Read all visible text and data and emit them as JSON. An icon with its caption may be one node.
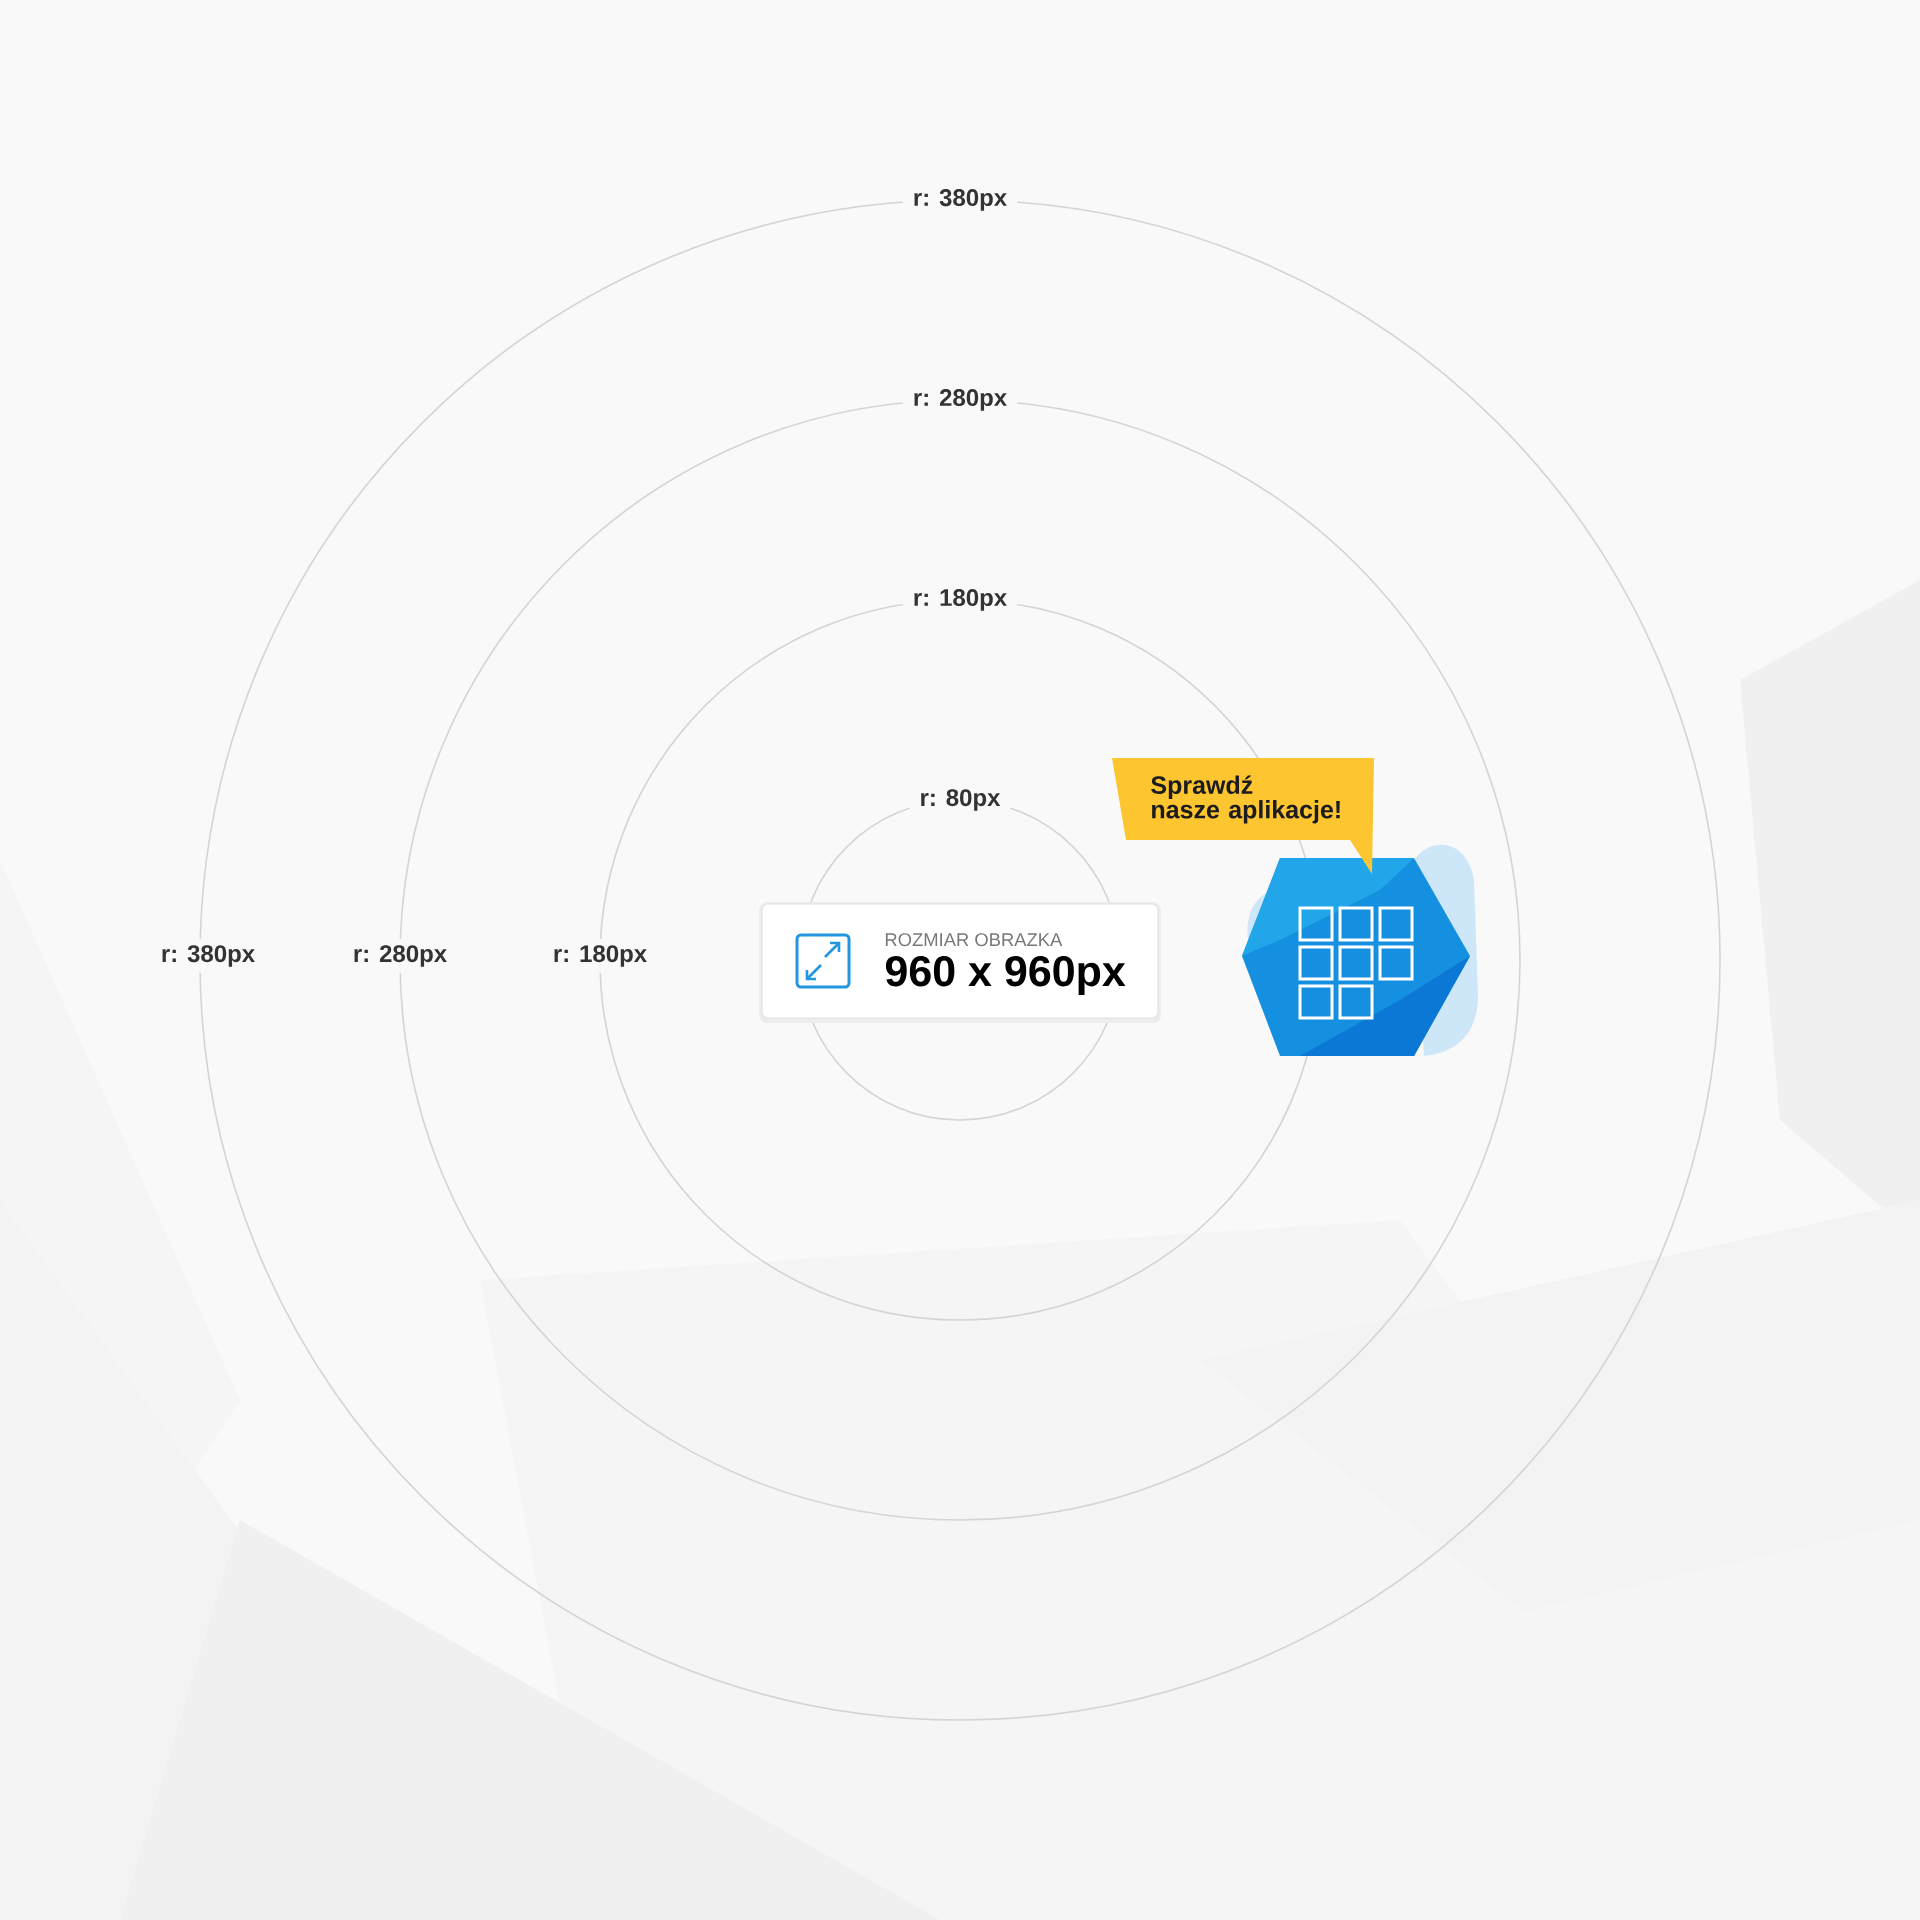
{
  "diagram": {
    "nodes": [
      {
        "text": [
          "Sprawdź nasze aplikacje!"
        ]
      },
      {
        "text": [
          "ROZMIAR OBRAZKA",
          "960 x 960px"
        ]
      }
    ],
    "labels": [
      "r: 380px",
      "r: 280px",
      "r: 180px",
      "r: 80px",
      "r: 380px",
      "r: 280px",
      "r: 180px"
    ]
  }
}
